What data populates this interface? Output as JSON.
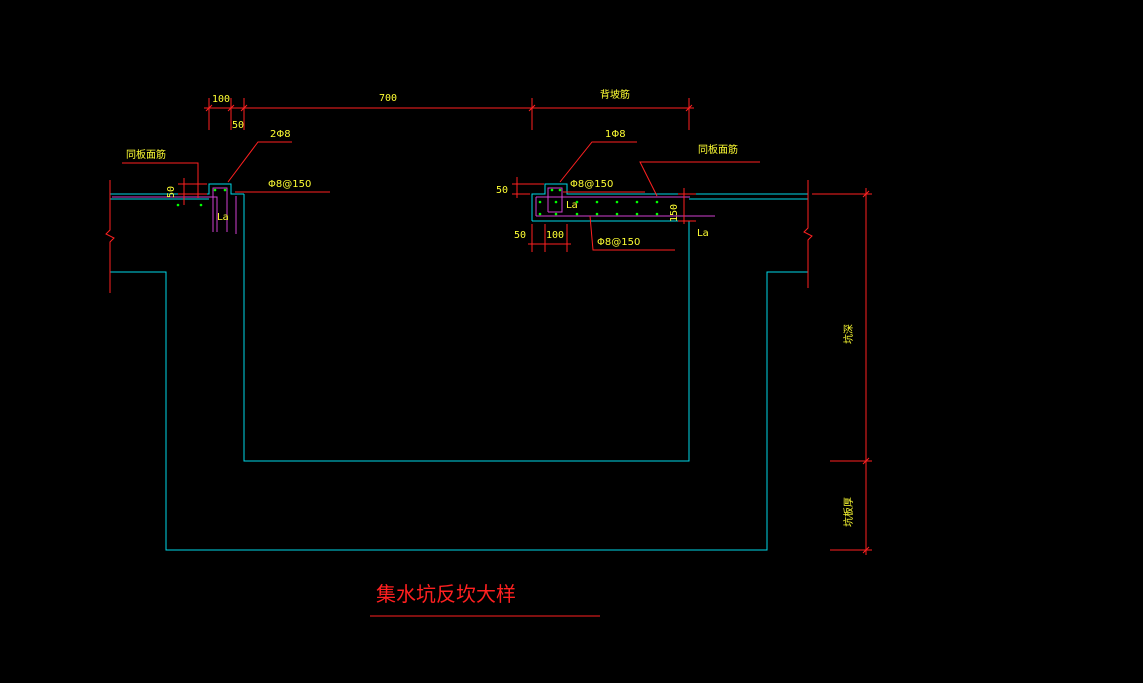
{
  "colors": {
    "background": "#000000",
    "concrete": "#00d8e8",
    "dimension": "#ff2020",
    "text": "#ffff33",
    "rebar": "#d040d0",
    "dots": "#00ff00",
    "title": "#ff2020"
  },
  "dimensions": {
    "d100": "100",
    "d700": "700",
    "d50_top": "50",
    "d_right_top": "背坡筋",
    "d50_left": "50",
    "d50_right": "50",
    "d50_bottom": "50",
    "d100_bottom": "100",
    "d150": "150",
    "vert_upper": "坑深",
    "vert_lower": "坑板厚"
  },
  "rebar_labels": {
    "left_top": "同板面筋",
    "left_bars": "2Φ8",
    "left_stirrup": "Φ8@150",
    "left_la": "La",
    "right_bars": "1Φ8",
    "right_stirrup": "Φ8@150",
    "right_top": "同板面筋",
    "right_bottom_stirrup": "Φ8@150",
    "right_la": "La"
  },
  "title": "集水坑反坎大样"
}
